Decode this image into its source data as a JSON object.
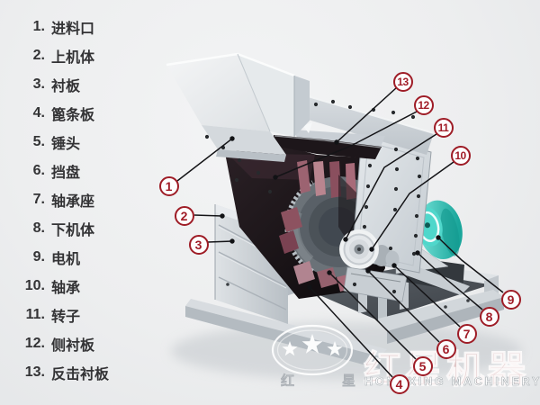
{
  "legend": {
    "items": [
      {
        "num": "1.",
        "label": "进料口"
      },
      {
        "num": "2.",
        "label": "上机体"
      },
      {
        "num": "3.",
        "label": "衬板"
      },
      {
        "num": "4.",
        "label": "篦条板"
      },
      {
        "num": "5.",
        "label": "锤头"
      },
      {
        "num": "6.",
        "label": "挡盘"
      },
      {
        "num": "7.",
        "label": "轴承座"
      },
      {
        "num": "8.",
        "label": "下机体"
      },
      {
        "num": "9.",
        "label": "电机"
      },
      {
        "num": "10.",
        "label": "轴承"
      },
      {
        "num": "11.",
        "label": "转子"
      },
      {
        "num": "12.",
        "label": "侧衬板"
      },
      {
        "num": "13.",
        "label": "反击衬板"
      }
    ]
  },
  "callouts": [
    {
      "num": "1"
    },
    {
      "num": "2"
    },
    {
      "num": "3"
    },
    {
      "num": "4"
    },
    {
      "num": "5"
    },
    {
      "num": "6"
    },
    {
      "num": "7"
    },
    {
      "num": "8"
    },
    {
      "num": "9"
    },
    {
      "num": "10"
    },
    {
      "num": "11"
    },
    {
      "num": "12"
    },
    {
      "num": "13"
    }
  ],
  "watermark": {
    "brand_cn": "红星机器",
    "brand_en": "HONGXING MACHINERY",
    "seal_left": "红",
    "seal_right": "星"
  },
  "colors": {
    "callout_red": "#a01d27",
    "motor_teal": "#2fc3b7",
    "machine_gray": "#d6dbdf",
    "cavity_dark": "#1a1317",
    "hammer_pink": "#a86a77"
  }
}
